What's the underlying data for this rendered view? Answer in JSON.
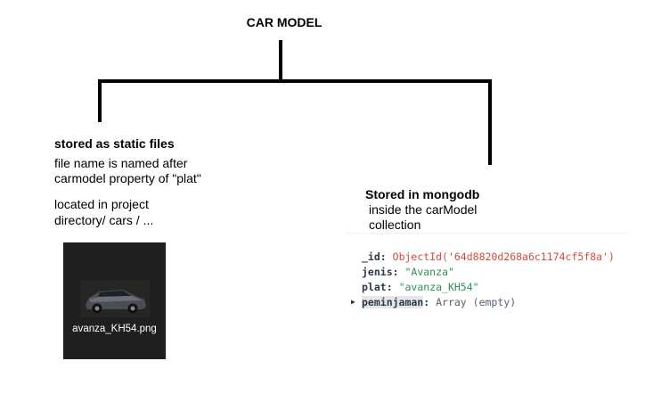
{
  "title": "CAR MODEL",
  "left": {
    "heading": "stored as static files",
    "naming_line1": "file name is named after",
    "naming_line2": "carmodel property of \"plat\"",
    "location_line1": "located in project",
    "location_line2": "directory/ cars / ...",
    "file_label": "avanza_KH54.png"
  },
  "right": {
    "heading": "Stored in mongodb",
    "line1": "inside the carModel",
    "line2": "collection"
  },
  "document": {
    "id_key": "_id",
    "id_value": "ObjectId('64d8820d268a6c1174cf5f8a')",
    "jenis_key": "jenis",
    "jenis_value": "\"Avanza\"",
    "plat_key": "plat",
    "plat_value": "\"avanza_KH54\"",
    "peminjaman_key": "peminjaman",
    "peminjaman_value": "Array (empty)"
  },
  "icons": {
    "file_thumbnail": "car-photo-icon",
    "expand": "triangle-right-icon"
  },
  "colors": {
    "tile_bg": "#1f1f1f",
    "objectid": "#d64b3d",
    "string": "#2f8f58"
  }
}
